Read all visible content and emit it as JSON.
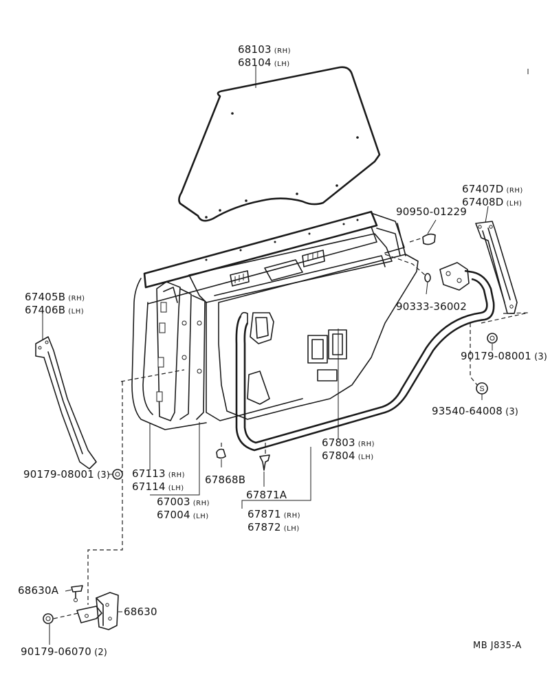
{
  "diagram_ref": "MB  J835-A",
  "callouts": [
    {
      "id": "glass-rh",
      "part": "68103",
      "side": "(RH)"
    },
    {
      "id": "glass-lh",
      "part": "68104",
      "side": "(LH)"
    },
    {
      "id": "grommet",
      "part": "90950-01229"
    },
    {
      "id": "rear-sash-rh",
      "part": "67407D",
      "side": "(RH)"
    },
    {
      "id": "rear-sash-lh",
      "part": "67408D",
      "side": "(LH)"
    },
    {
      "id": "front-sash-rh",
      "part": "67405B",
      "side": "(RH)"
    },
    {
      "id": "front-sash-lh",
      "part": "67406B",
      "side": "(LH)"
    },
    {
      "id": "plug",
      "part": "90333-36002"
    },
    {
      "id": "nut-right",
      "part": "90179-08001",
      "qty": "(3)"
    },
    {
      "id": "washer",
      "part": "93540-64008",
      "qty": "(3)"
    },
    {
      "id": "nut-left",
      "part": "90179-08001",
      "qty": "(3)"
    },
    {
      "id": "panel-rh",
      "part": "67113",
      "side": "(RH)"
    },
    {
      "id": "panel-lh",
      "part": "67114",
      "side": "(LH)"
    },
    {
      "id": "shell-rh",
      "part": "67003",
      "side": "(RH)"
    },
    {
      "id": "shell-lh",
      "part": "67004",
      "side": "(LH)"
    },
    {
      "id": "clip-868",
      "part": "67868B"
    },
    {
      "id": "clip-871a",
      "part": "67871A"
    },
    {
      "id": "weather-rh",
      "part": "67871",
      "side": "(RH)"
    },
    {
      "id": "weather-lh",
      "part": "67872",
      "side": "(LH)"
    },
    {
      "id": "seal-rh",
      "part": "67803",
      "side": "(RH)"
    },
    {
      "id": "seal-lh",
      "part": "67804",
      "side": "(LH)"
    },
    {
      "id": "check-bolt",
      "part": "68630A"
    },
    {
      "id": "check",
      "part": "68630"
    },
    {
      "id": "nut-check",
      "part": "90179-06070",
      "qty": "(2)"
    }
  ]
}
